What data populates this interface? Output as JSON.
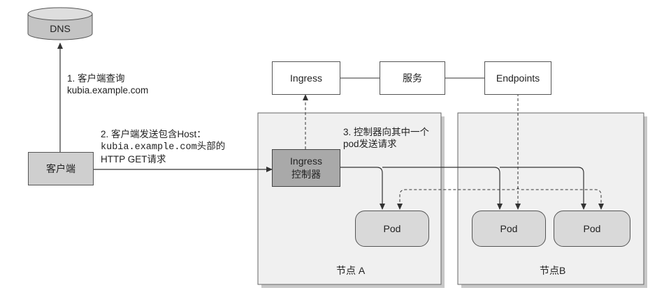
{
  "dns": {
    "label": "DNS"
  },
  "client": {
    "label": "客户端"
  },
  "top_row": {
    "ingress": "Ingress",
    "service": "服务",
    "endpoints": "Endpoints"
  },
  "controller": {
    "line1": "Ingress",
    "line2": "控制器"
  },
  "node_a": {
    "label": "节点 A",
    "pod": "Pod"
  },
  "node_b": {
    "label": "节点B",
    "pod1": "Pod",
    "pod2": "Pod"
  },
  "steps": {
    "step1_line1": "1.  客户端查询",
    "step1_line2": "kubia.example.com",
    "step2_line1": "2.  客户端发送包含Host：",
    "step2_mono": "kubia.example.com",
    "step2_suffix": "头部的",
    "step2_line3": "HTTP GET请求",
    "step3_line1": "3. 控制器向其中一个",
    "step3_line2": "pod发送请求"
  }
}
